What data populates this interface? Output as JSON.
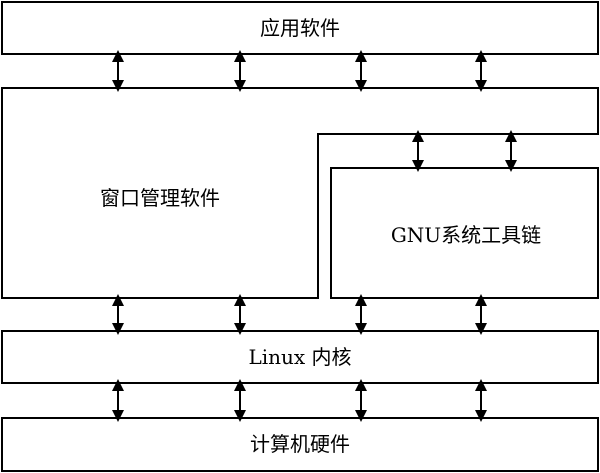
{
  "layers": {
    "applications": "应用软件",
    "window_manager": "窗口管理软件",
    "gnu_toolchain": "GNU系统工具链",
    "kernel": "Linux 内核",
    "hardware": "计算机硬件"
  }
}
